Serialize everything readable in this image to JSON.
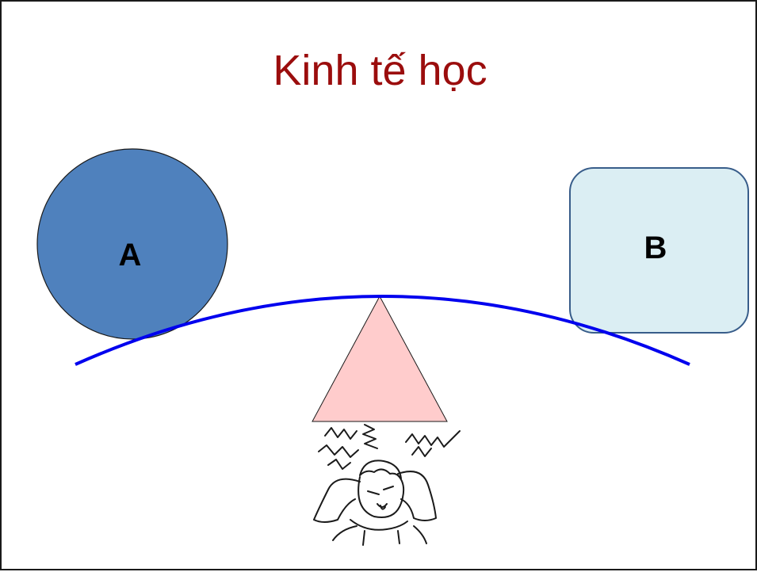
{
  "slide": {
    "title": "Kinh tế học",
    "labels": {
      "circle": "A",
      "box": "B"
    },
    "colors": {
      "title": "#9b0d0d",
      "circle_fill": "#4f81bd",
      "box_fill": "#dbeef3",
      "box_stroke": "#385d8a",
      "beam": "#0000ee",
      "fulcrum": "#ffcccc"
    },
    "icons": {
      "person": "stressed-person-icon"
    }
  }
}
